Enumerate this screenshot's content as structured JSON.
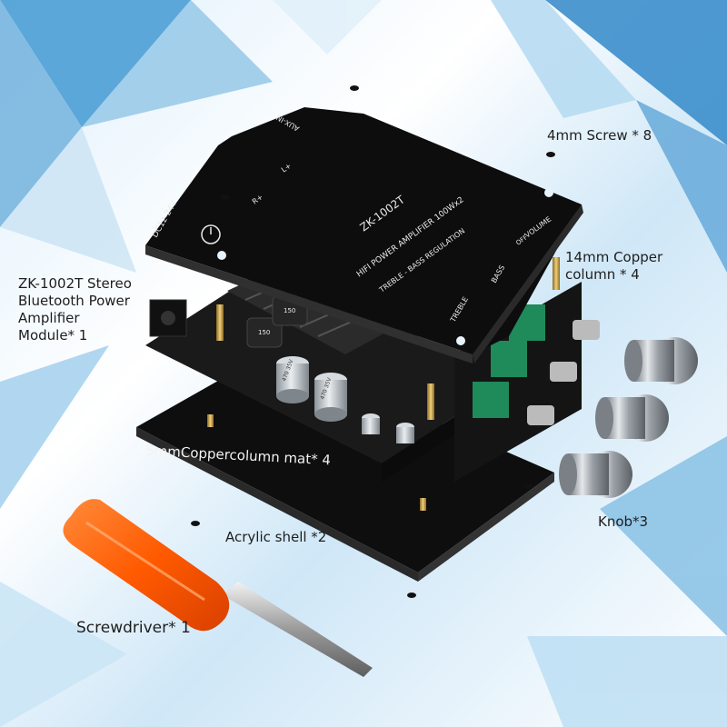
{
  "labels": {
    "screw": "4mm Screw * 8",
    "copper_column_14": "14mm Copper column * 4",
    "module_line1": "ZK-1002T Stereo",
    "module_line2": "Bluetooth Power",
    "module_line3": "Amplifier",
    "module_line4": "Module* 1",
    "mat": "5mmCoppercolumn mat* 4",
    "knob": "Knob*3",
    "acrylic": "Acrylic shell *2",
    "screwdriver": "Screwdriver* 1"
  },
  "board_print": {
    "model": "ZK-1002T",
    "subtitle": "HIFI POWER AMPLIFIER 100Wx2",
    "regulation": "TREBLE - BASS REGULATION",
    "power_input": "DC12-24V",
    "aux": "AUX-IN",
    "speaker_right": "R+",
    "speaker_left": "L+",
    "volume": "VOLUME",
    "off": "OFF",
    "treble": "TREBLE",
    "bass": "BASS",
    "cap_spec": "470 35V",
    "inductor": "150"
  },
  "colors": {
    "board": "#111111",
    "pcb": "#1a1a1a",
    "capacitor": "#b8bec4",
    "pot": "#1f8a5a",
    "knob": "#9aa0a6",
    "screwdriver_handle": "#ff5a00",
    "copper": "#c8a24a",
    "background": "#e6f3fb"
  }
}
